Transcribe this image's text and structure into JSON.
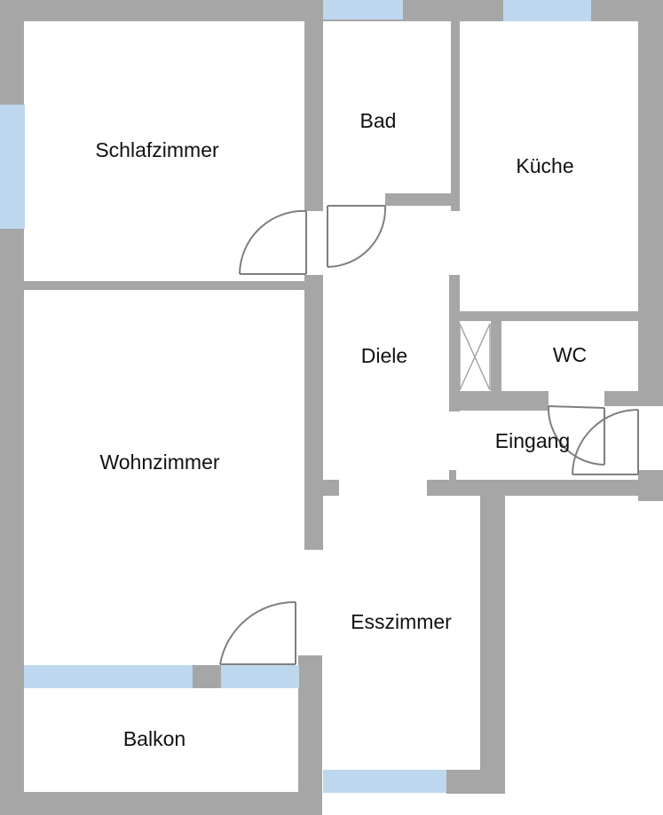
{
  "colors": {
    "wall": "#a6a6a6",
    "window": "#bdd7ee",
    "floor": "#ffffff",
    "door_line": "#7f7f7f",
    "label": "#111111"
  },
  "rooms": {
    "schlafzimmer": "Schlafzimmer",
    "bad": "Bad",
    "kueche": "Küche",
    "diele": "Diele",
    "wc": "WC",
    "eingang": "Eingang",
    "wohnzimmer": "Wohnzimmer",
    "esszimmer": "Esszimmer",
    "balkon": "Balkon"
  }
}
